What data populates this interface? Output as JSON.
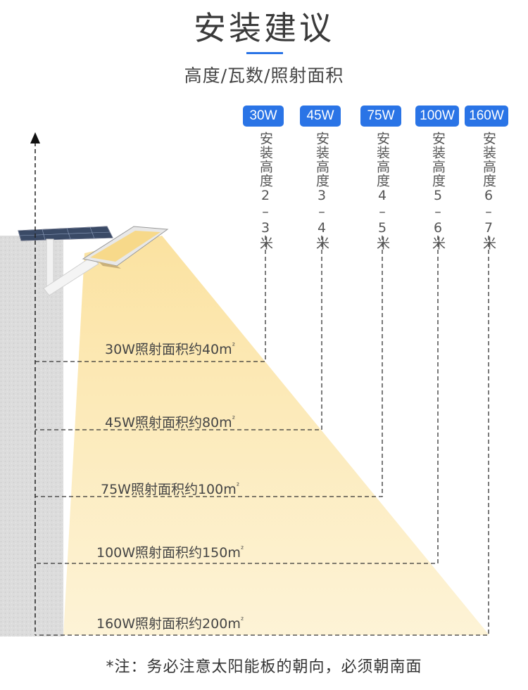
{
  "title": "安装建议",
  "subtitle": "高度/瓦数/照射面积",
  "wattages": [
    "30W",
    "45W",
    "75W",
    "100W",
    "160W"
  ],
  "heights": [
    "安装高度2–3米",
    "安装高度3–4米",
    "安装高度4–5米",
    "安装高度5–6米",
    "安装高度6–7米"
  ],
  "areas": [
    "30W照射面积约40m",
    "45W照射面积约80m",
    "75W照射面积约100m",
    "100W照射面积约150m",
    "160W照射面积约200m"
  ],
  "area_unit_sup": "²",
  "note": "*注：务必注意太阳能板的朝向，必须朝南面",
  "colors": {
    "accent": "#2a74e6",
    "light": "#fbe7a8",
    "wall": "#d9d9d9"
  }
}
